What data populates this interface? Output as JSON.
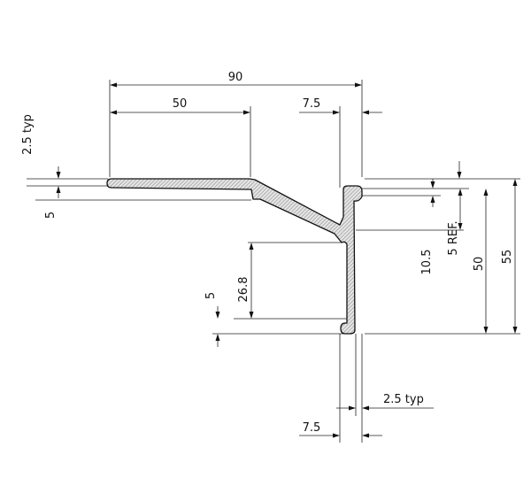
{
  "drawing": {
    "dimensions": {
      "overall_width": "90",
      "flange_width": "50",
      "lip_top": "7.5",
      "lip_bottom": "7.5",
      "thickness_top": "2.5 typ",
      "thickness_right": "2.5 typ",
      "step": "5",
      "bottom_lip": "5",
      "rib_height": "26.8",
      "notch": "10.5",
      "ref": "5 REF.",
      "channel_height": "50",
      "overall_height": "55"
    }
  }
}
